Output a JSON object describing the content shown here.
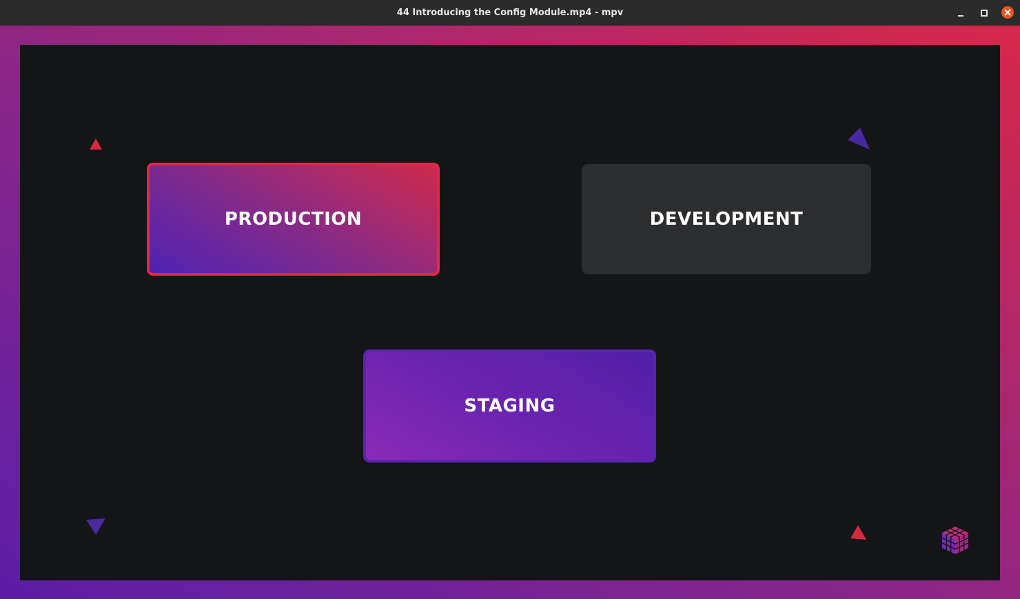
{
  "window": {
    "title": "44 Introducing the Config Module.mp4 - mpv",
    "controls": {
      "minimize_icon": "minimize-icon",
      "maximize_icon": "maximize-icon",
      "close_icon": "close-icon"
    }
  },
  "slide": {
    "cards": [
      {
        "id": "production",
        "label": "PRODUCTION",
        "highlighted": true
      },
      {
        "id": "development",
        "label": "DEVELOPMENT",
        "highlighted": false
      },
      {
        "id": "staging",
        "label": "STAGING",
        "highlighted": true
      }
    ],
    "decorations": [
      "triangle-red",
      "triangle-purple",
      "triangle-purple",
      "triangle-red"
    ],
    "logo_icon": "cube-logo-icon"
  },
  "colors": {
    "accent_red": "#de2a44",
    "accent_purple": "#5a24b0",
    "stage_bg": "#131517",
    "card_inactive": "#2c2d2f",
    "close_button": "#e95420"
  }
}
